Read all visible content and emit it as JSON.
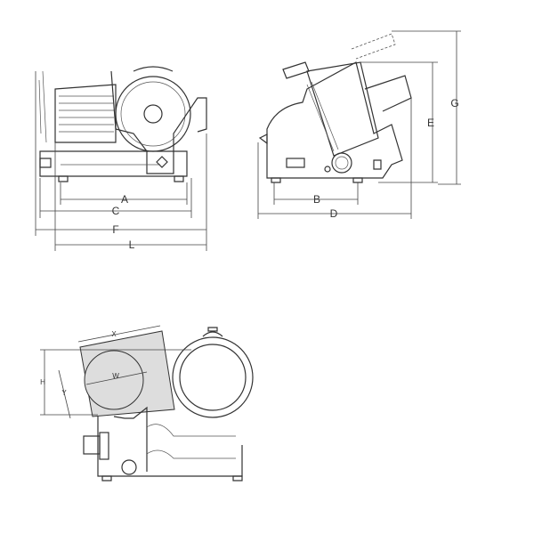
{
  "front_view": {
    "labels": {
      "a": "A",
      "c": "C",
      "f": "F",
      "l": "L"
    }
  },
  "side_view": {
    "labels": {
      "b": "B",
      "d": "D",
      "e": "E",
      "g": "G"
    }
  },
  "top_view": {
    "labels": {
      "x": "X",
      "w": "W",
      "h": "H",
      "y": "Y"
    }
  },
  "colors": {
    "line": "#333333",
    "product_fill": "#dddddd"
  }
}
